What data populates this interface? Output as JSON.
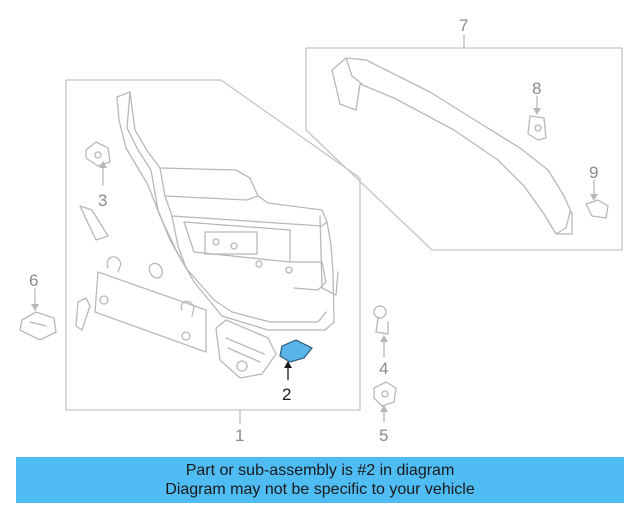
{
  "callouts": {
    "c1": "1",
    "c2": "2",
    "c3": "3",
    "c4": "4",
    "c5": "5",
    "c6": "6",
    "c7": "7",
    "c8": "8",
    "c9": "9"
  },
  "highlight_color": "#5ab4e8",
  "banner": {
    "line1": "Part or sub-assembly is #2 in diagram",
    "line2": "Diagram may not be specific to your vehicle",
    "color": "#4fbcf3"
  }
}
